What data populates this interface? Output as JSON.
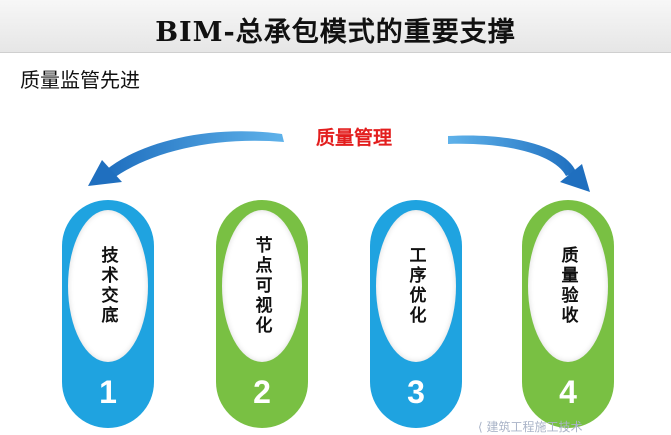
{
  "header": {
    "title": "BIM-总承包模式的重要支撑"
  },
  "subtitle": "质量监管先进",
  "center_label": "质量管理",
  "steps": [
    {
      "label": "技术交底",
      "number": "1",
      "color": "#1fa3e0"
    },
    {
      "label": "节点可视化",
      "number": "2",
      "color": "#79c043"
    },
    {
      "label": "工序优化",
      "number": "3",
      "color": "#1fa3e0"
    },
    {
      "label": "质量验收",
      "number": "4",
      "color": "#79c043"
    }
  ],
  "arrow_color": "#3b8fd4",
  "watermark": "⟨ 建筑工程施工技术"
}
